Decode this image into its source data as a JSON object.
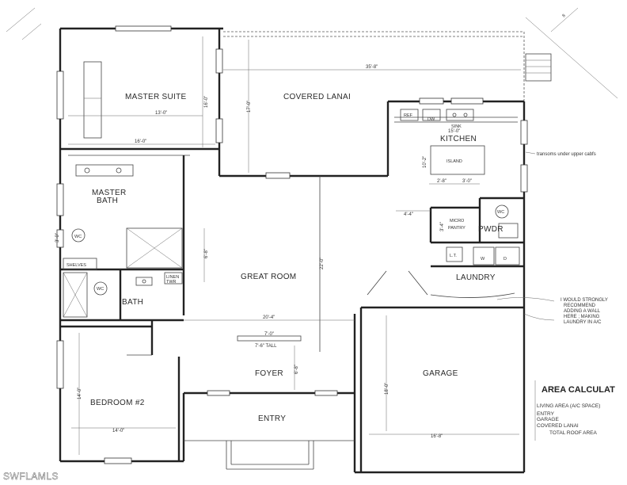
{
  "rooms": {
    "master_suite": "MASTER SUITE",
    "covered_lanai": "COVERED LANAI",
    "kitchen": "KITCHEN",
    "island": "ISLAND",
    "master_bath": "MASTER\nBATH",
    "micro_pantry": "MICRO\nPANTRY",
    "pwdr": "PWDR",
    "laundry": "LAUNDRY",
    "great_room": "GREAT ROOM",
    "bath": "BATH",
    "foyer": "FOYER",
    "garage": "GARAGE",
    "bedroom2": "BEDROOM #2",
    "entry": "ENTRY",
    "shelves": "SHELVES",
    "linen": "LINEN",
    "twr": "TWR",
    "sink": "SINK",
    "ref": "REF",
    "dw": "DW",
    "wc": "WC",
    "washer": "W",
    "dryer": "D",
    "laundry_tub": "L.T."
  },
  "dimensions": {
    "lanai_width": "35'-8\"",
    "lanai_depth": "17'-0\"",
    "suite_depth": "16'-0\"",
    "suite_width_inner": "13'-0\"",
    "suite_width": "16'-0\"",
    "sink_run": "15'-0\"",
    "kitchen_depth": "10'-2\"",
    "island_left": "2'-8\"",
    "island_right": "3'-0\"",
    "kitchen_offset": "4'-4\"",
    "pantry_depth": "3'-4\"",
    "hall": "6'-8\"",
    "great_room_depth": "22'-0\"",
    "great_room_width": "20'-4\"",
    "foyer_opening": "7'-0\"",
    "foyer_tall": "7'-6\" TALL",
    "foyer_depth": "6'-8\"",
    "garage_depth": "18'-0\"",
    "garage_width": "16'-8\"",
    "bedroom_depth": "14'-0\"",
    "bedroom_width": "14'-0\"",
    "side_tag": "3'-0\""
  },
  "notes": {
    "transom": "transoms under upper cabfs",
    "laundry_note": [
      "I WOULD STRONGLY",
      "RECOMMEND",
      "ADDING A WALL",
      "HERE ; MAKING",
      "LAUNDRY IN A/C"
    ],
    "corner_mark": "8"
  },
  "area_calc": {
    "title": "AREA CALCULAT",
    "items": [
      "LIVING AREA (A/C SPACE)",
      "ENTRY",
      "GARAGE",
      "COVERED LANAI",
      "TOTAL ROOF AREA"
    ]
  },
  "watermark": "SWFLAMLS"
}
